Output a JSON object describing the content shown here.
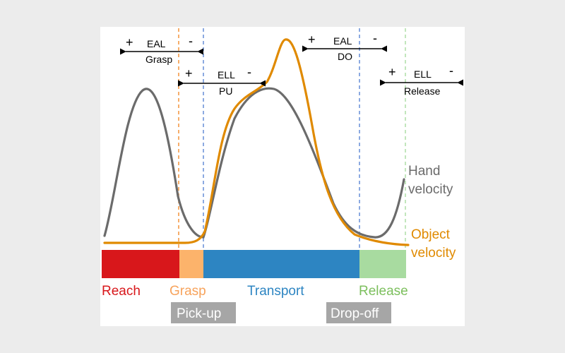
{
  "colors": {
    "hand": "#6b6b6b",
    "object": "#e08a00",
    "reach": "#d8171b",
    "grasp": "#fcb36b",
    "transport": "#2d85c2",
    "release": "#a8dba0",
    "release_text": "#7cbf5d",
    "grasp_line": "#f28c2c",
    "transport_line": "#5b86d4",
    "release_line": "#a8dba0",
    "tag_bg": "#a6a6a6"
  },
  "curves": {
    "hand_label": [
      "Hand",
      "velocity"
    ],
    "object_label": [
      "Object",
      "velocity"
    ]
  },
  "phases": [
    {
      "label": "Reach",
      "color": "#d8171b"
    },
    {
      "label": "Grasp",
      "color": "#f7a35c"
    },
    {
      "label": "Transport",
      "color": "#2d85c2"
    },
    {
      "label": "Release",
      "color": "#7cbf5d"
    }
  ],
  "events": [
    {
      "label": "Pick-up"
    },
    {
      "label": "Drop-off"
    }
  ],
  "annotations": [
    {
      "top": "EAL",
      "bottom": "Grasp",
      "plus": "+",
      "minus": "-"
    },
    {
      "top": "ELL",
      "bottom": "PU",
      "plus": "+",
      "minus": "-"
    },
    {
      "top": "EAL",
      "bottom": "DO",
      "plus": "+",
      "minus": "-"
    },
    {
      "top": "ELL",
      "bottom": "Release",
      "plus": "+",
      "minus": "-"
    }
  ]
}
